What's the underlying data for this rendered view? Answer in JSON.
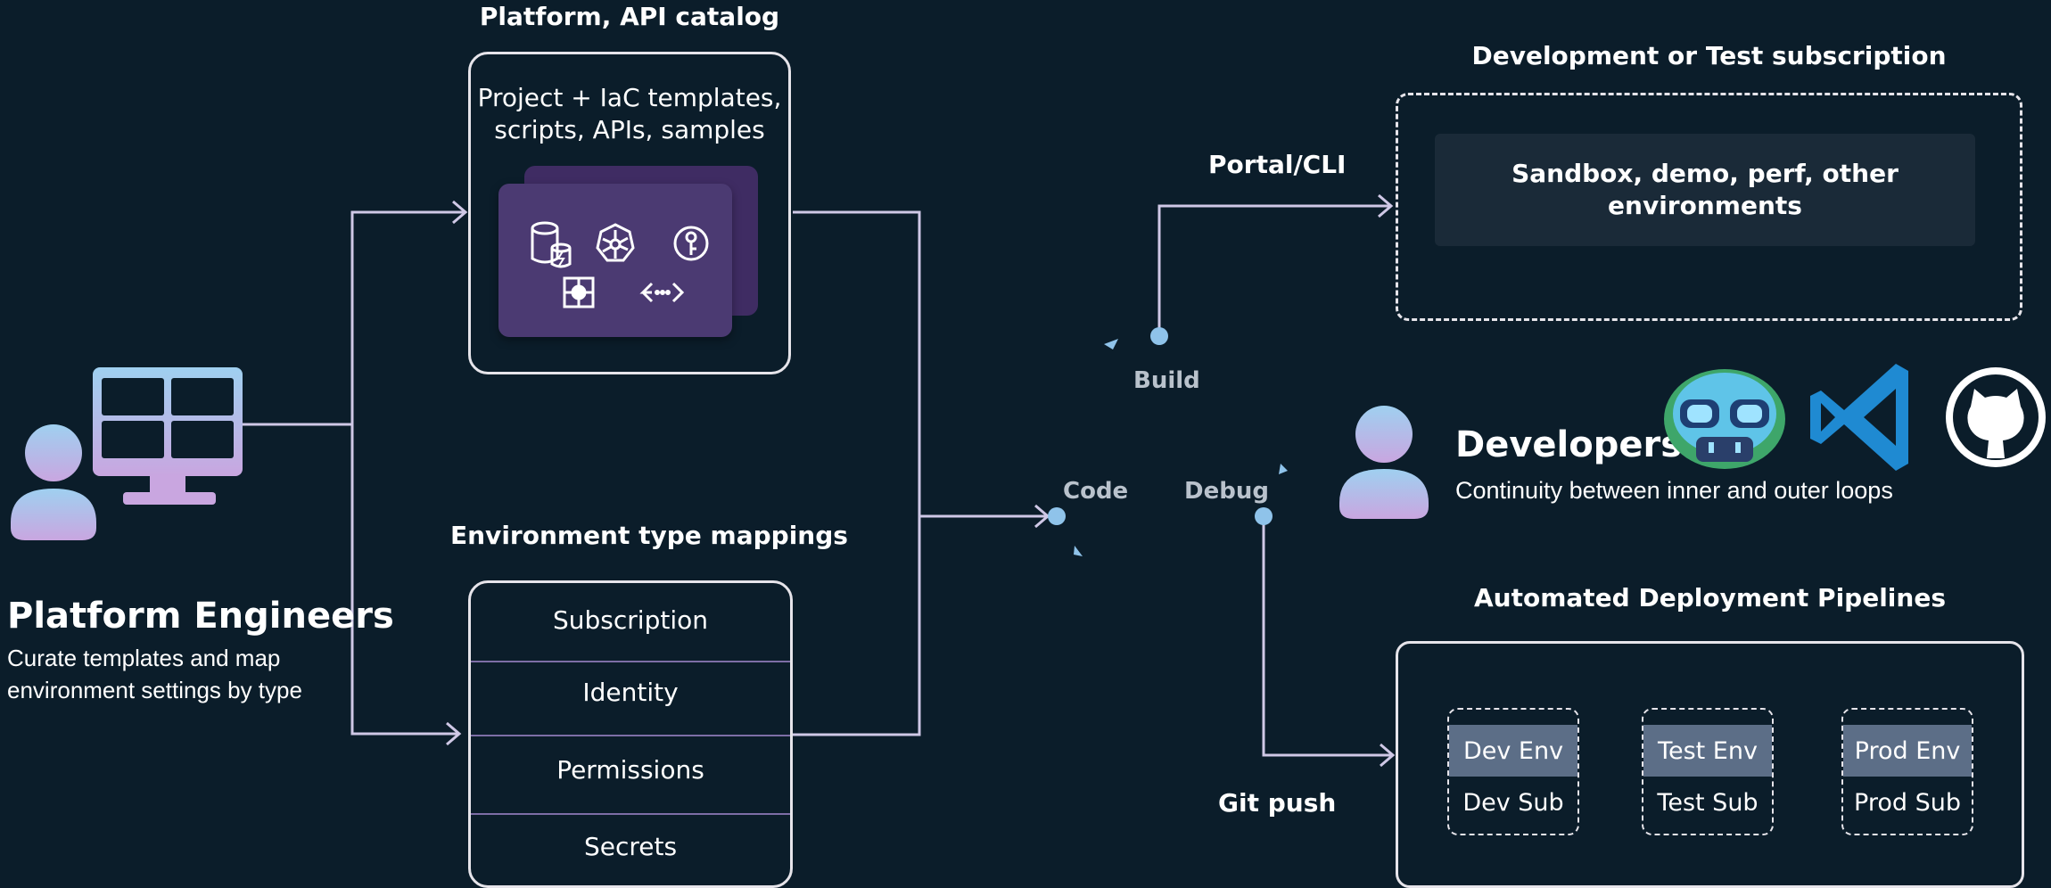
{
  "catalog": {
    "title": "Platform, API catalog",
    "line1": "Project + IaC templates,",
    "line2": "scripts, APIs, samples",
    "icons": [
      "database-lightning-icon",
      "kubernetes-icon",
      "key-icon",
      "function-app-icon",
      "api-icon"
    ]
  },
  "env_mappings": {
    "title": "Environment type mappings",
    "rows": [
      "Subscription",
      "Identity",
      "Permissions",
      "Secrets"
    ]
  },
  "platform_engineers": {
    "name": "Platform Engineers",
    "desc_line1": "Curate templates and map",
    "desc_line2": "environment settings by type"
  },
  "loop": {
    "portal": "Portal/CLI",
    "build": "Build",
    "code": "Code",
    "debug": "Debug",
    "git_push": "Git push"
  },
  "subscription": {
    "title": "Development or Test subscription",
    "line1": "Sandbox, demo, perf, other",
    "line2": "environments"
  },
  "developers": {
    "name": "Developers",
    "desc": "Continuity between inner and outer loops",
    "tool_icons": [
      "copilot-icon",
      "vscode-icon",
      "github-icon"
    ]
  },
  "pipelines": {
    "title": "Automated Deployment Pipelines",
    "stages": [
      {
        "env": "Dev Env",
        "sub": "Dev Sub"
      },
      {
        "env": "Test Env",
        "sub": "Test Sub"
      },
      {
        "env": "Prod Env",
        "sub": "Prod Sub"
      }
    ]
  },
  "colors": {
    "background": "#0b1d2a",
    "connector": "#cfc8e6",
    "node": "#8fc3ea",
    "card": "#4b3a72",
    "stage_env": "#5c6e87"
  }
}
